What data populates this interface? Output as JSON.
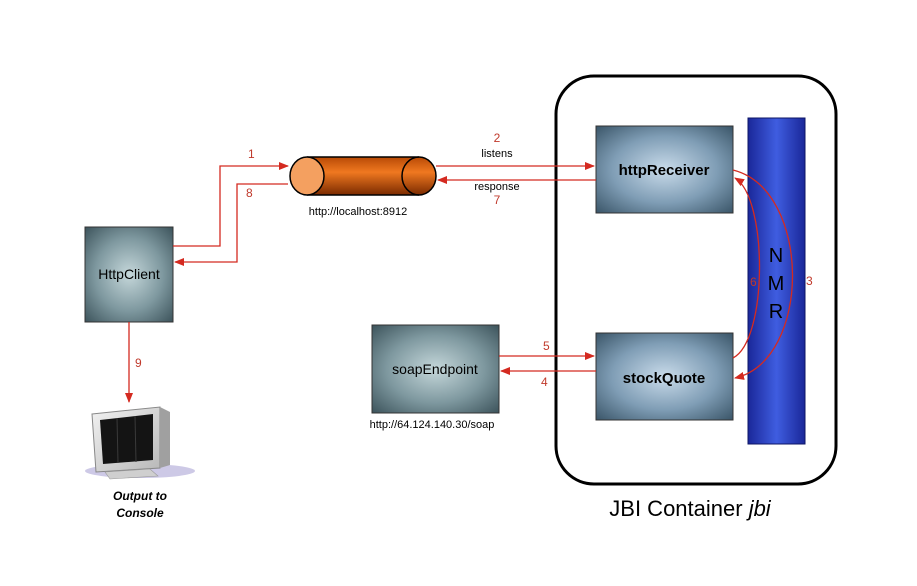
{
  "container": {
    "label_main": "JBI Container ",
    "label_italic": "jbi"
  },
  "nmr": {
    "letters": [
      "N",
      "M",
      "R"
    ]
  },
  "components": {
    "httpReceiver": "httpReceiver",
    "stockQuote": "stockQuote",
    "httpClient": "HttpClient",
    "soapEndpoint": "soapEndpoint"
  },
  "pipe": {
    "url": "http://localhost:8912"
  },
  "soap": {
    "url": "http://64.124.140.30/soap"
  },
  "console": {
    "line1": "Output to",
    "line2": "Console"
  },
  "flows": {
    "step1": "1",
    "step2": "2",
    "step2_label": "listens",
    "step3": "3",
    "step4": "4",
    "step5": "5",
    "step6": "6",
    "step7": "7",
    "step7_label": "response",
    "step8": "8",
    "step9": "9"
  },
  "colors": {
    "arrow": "#d42a20",
    "nmr": "#1f2fb0",
    "pipe": "#e06010",
    "box": "#4e6a73"
  }
}
